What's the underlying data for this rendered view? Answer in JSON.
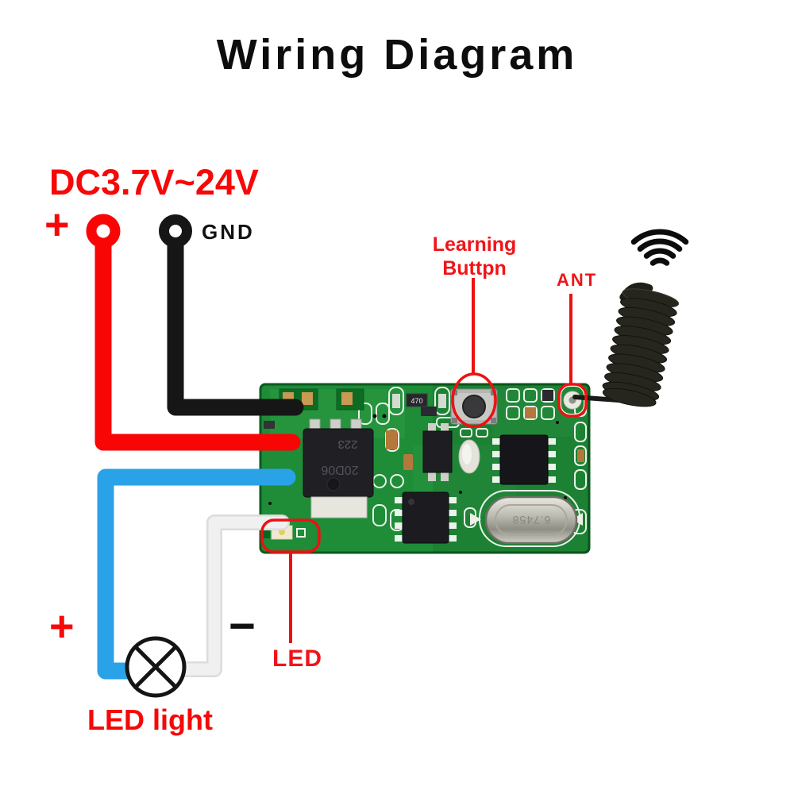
{
  "title": "Wiring Diagram",
  "power": {
    "voltage_label": "DC3.7V~24V",
    "positive_label": "+",
    "ground_label": "GND"
  },
  "module": {
    "learning_button_label": {
      "line1": "Learning",
      "line2": "Buttpn"
    },
    "antenna_label": "ANT",
    "led_label": "LED",
    "markings": {
      "transistor_line1": "223",
      "transistor_line2": "20D06",
      "smd_resistor": "470",
      "crystal": "6.7458"
    }
  },
  "output": {
    "positive_label": "+",
    "negative_label": "−",
    "device_label": "LED light"
  },
  "colors": {
    "title_black": "#0d0d0d",
    "text_red": "#f70808",
    "annotation_red": "#ec1111",
    "wire_red": "#f80606",
    "wire_black": "#161616",
    "wire_blue": "#2aa2e8",
    "wire_white": "#ececec",
    "pcb_green": "#1f8c38"
  },
  "icons": {
    "wifi": "wifi-signal-icon",
    "antenna": "spring-coil-antenna-icon",
    "lamp": "lamp-circle-cross-icon",
    "terminal": "ring-terminal-icon"
  }
}
